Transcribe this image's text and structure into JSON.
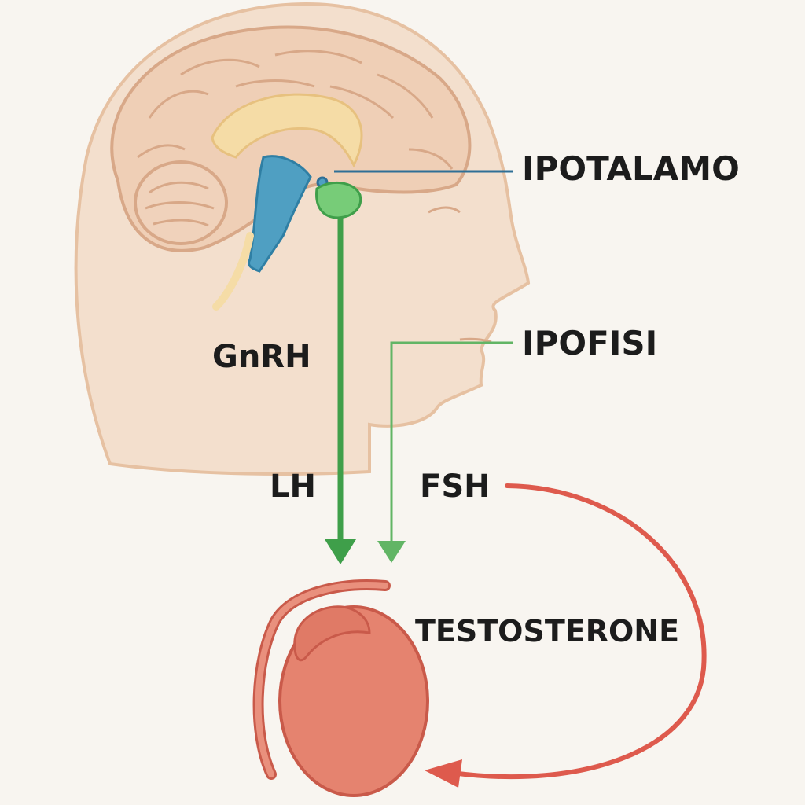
{
  "labels": {
    "hypothalamus": "IPOTALAMO",
    "pituitary": "IPOFISI",
    "gnrh": "GnRH",
    "lh": "LH",
    "fsh": "FSH",
    "testosterone": "TESTOSTERONE"
  },
  "colors": {
    "background": "#f8f5f0",
    "skin": "#f3dcc7",
    "skin_outline": "#e4b895",
    "brain": "#efcfb6",
    "brain_outline": "#d8a888",
    "corpus_callosum": "#f5dca6",
    "brainstem": "#4f9fc2",
    "hypothalamus_line": "#2f6f96",
    "pituitary": "#77cc78",
    "hormone_arrow": "#3f9f4a",
    "hormone_arrow_light": "#62b565",
    "testis": "#e5836f",
    "testis_outline": "#c95a4a",
    "feedback_arrow": "#de5a4d",
    "text": "#1c1c1c"
  }
}
